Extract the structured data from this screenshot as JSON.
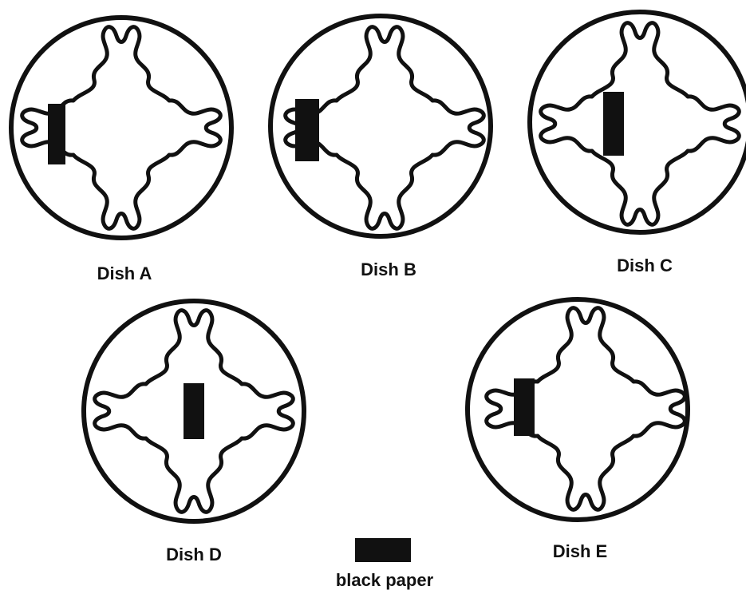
{
  "dishes": [
    {
      "id": "A",
      "label": "Dish A",
      "paper": "left-edge-on-dish"
    },
    {
      "id": "B",
      "label": "Dish B",
      "paper": "left-touching-cell"
    },
    {
      "id": "C",
      "label": "Dish C",
      "paper": "center-left-on-cell"
    },
    {
      "id": "D",
      "label": "Dish D",
      "paper": "center-on-cell"
    },
    {
      "id": "E",
      "label": "Dish E",
      "paper": "left-touching-cell"
    }
  ],
  "legend": {
    "label": "black paper",
    "swatch_color": "#111111",
    "icon": "black-paper-swatch"
  },
  "colors": {
    "ink": "#111111",
    "background": "#ffffff"
  }
}
